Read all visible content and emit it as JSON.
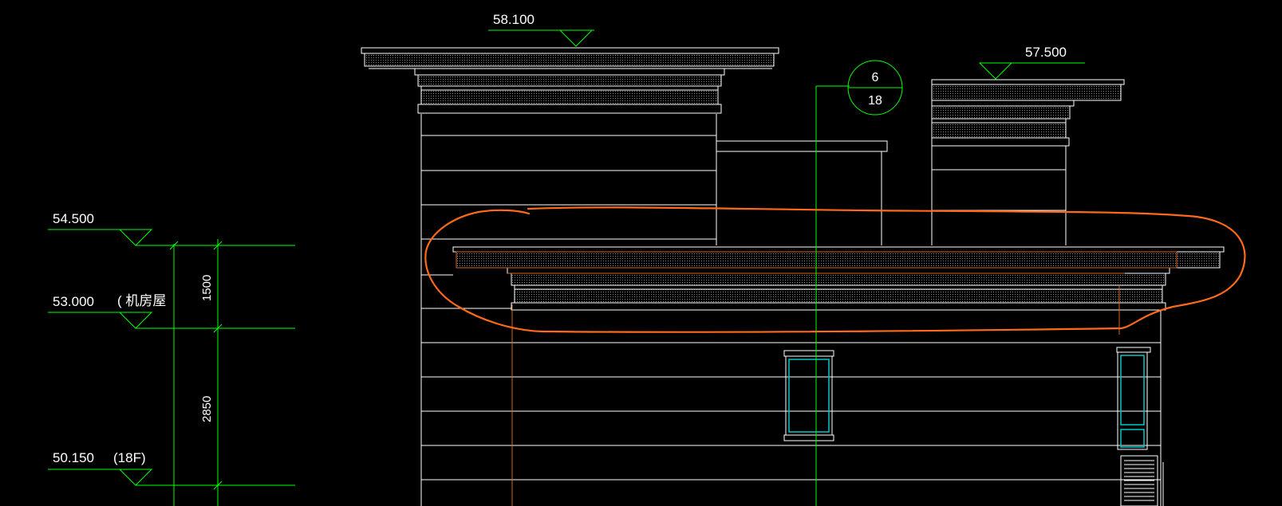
{
  "colors": {
    "background": "#000000",
    "building": "#ffffff",
    "annotation": "#00ff00",
    "window": "#00c8c8",
    "markup": "#ff6a1a",
    "hatch": "#777777"
  },
  "drawing": {
    "levels_left": {
      "top": "54.500",
      "mid": "53.000",
      "low": "50.150"
    },
    "level_notes": {
      "mid": "( 机房屋",
      "low": "(18F)"
    },
    "dimensions": {
      "upper": "1500",
      "lower": "2850"
    },
    "roof_levels": {
      "main": "58.100",
      "right": "57.500"
    },
    "grid_bubble": {
      "top": "6",
      "bottom": "18"
    }
  }
}
